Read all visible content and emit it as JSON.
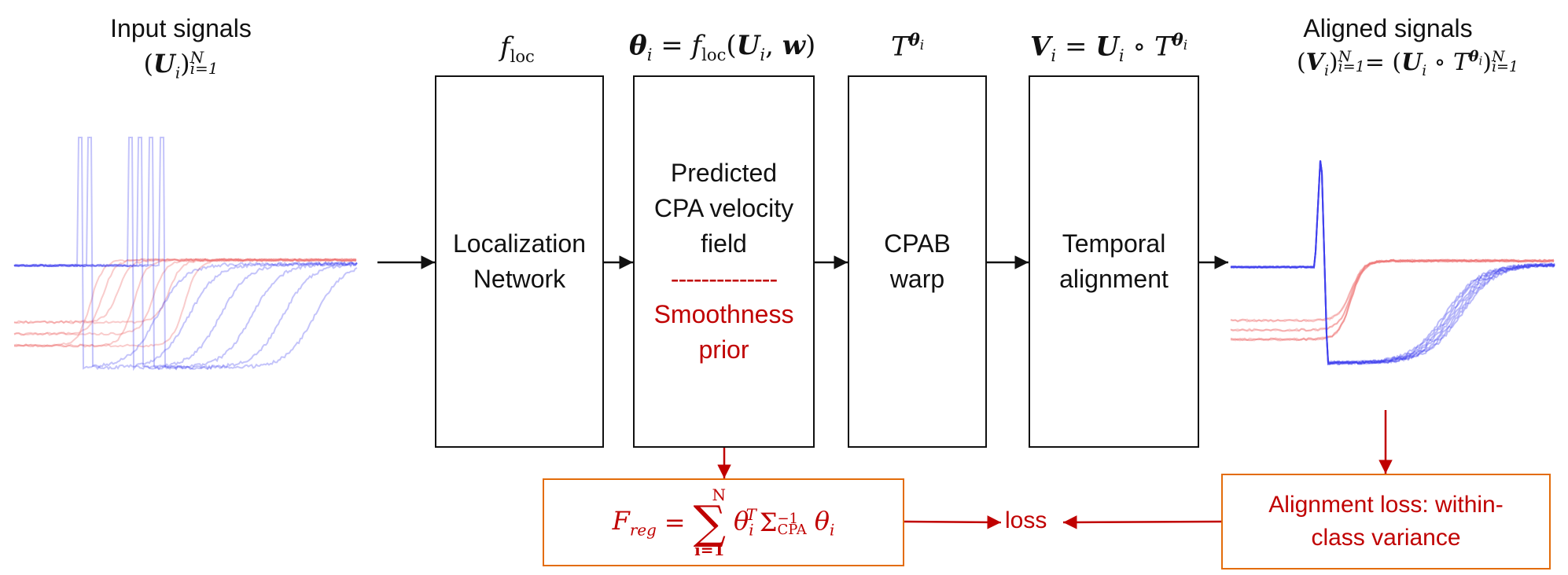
{
  "input": {
    "title": "Input signals",
    "math": "(U_i)_{i=1}^N"
  },
  "output": {
    "title": "Aligned signals",
    "math": "(V_i)_{i=1}^N = (U_i ∘ T^{θ_i})_{i=1}^N"
  },
  "headers": {
    "floc": "f_loc",
    "theta_eq": "θ_i = f_loc(U_i, w)",
    "T": "T^{θ_i}",
    "V_eq": "V_i = U_i ∘ T^{θ_i}"
  },
  "boxes": {
    "localization": [
      "Localization",
      "Network"
    ],
    "predicted": [
      "Predicted",
      "CPA velocity",
      "field"
    ],
    "separator": "--------------",
    "prior": [
      "Smoothness",
      "prior"
    ],
    "cpab": [
      "CPAB",
      "warp"
    ],
    "temporal": [
      "Temporal",
      "alignment"
    ]
  },
  "bottom": {
    "freg": "F_reg = Σ_{i=1}^N θ_i^T Σ_CPA^{-1} θ_i",
    "loss": "loss",
    "alignment_loss": [
      "Alignment loss: within-",
      "class variance"
    ]
  },
  "colors": {
    "accent_red": "#c00000",
    "box_orange": "#e36c0a",
    "signal_blue": "#3a3aee",
    "signal_red": "#ee6e6e"
  }
}
